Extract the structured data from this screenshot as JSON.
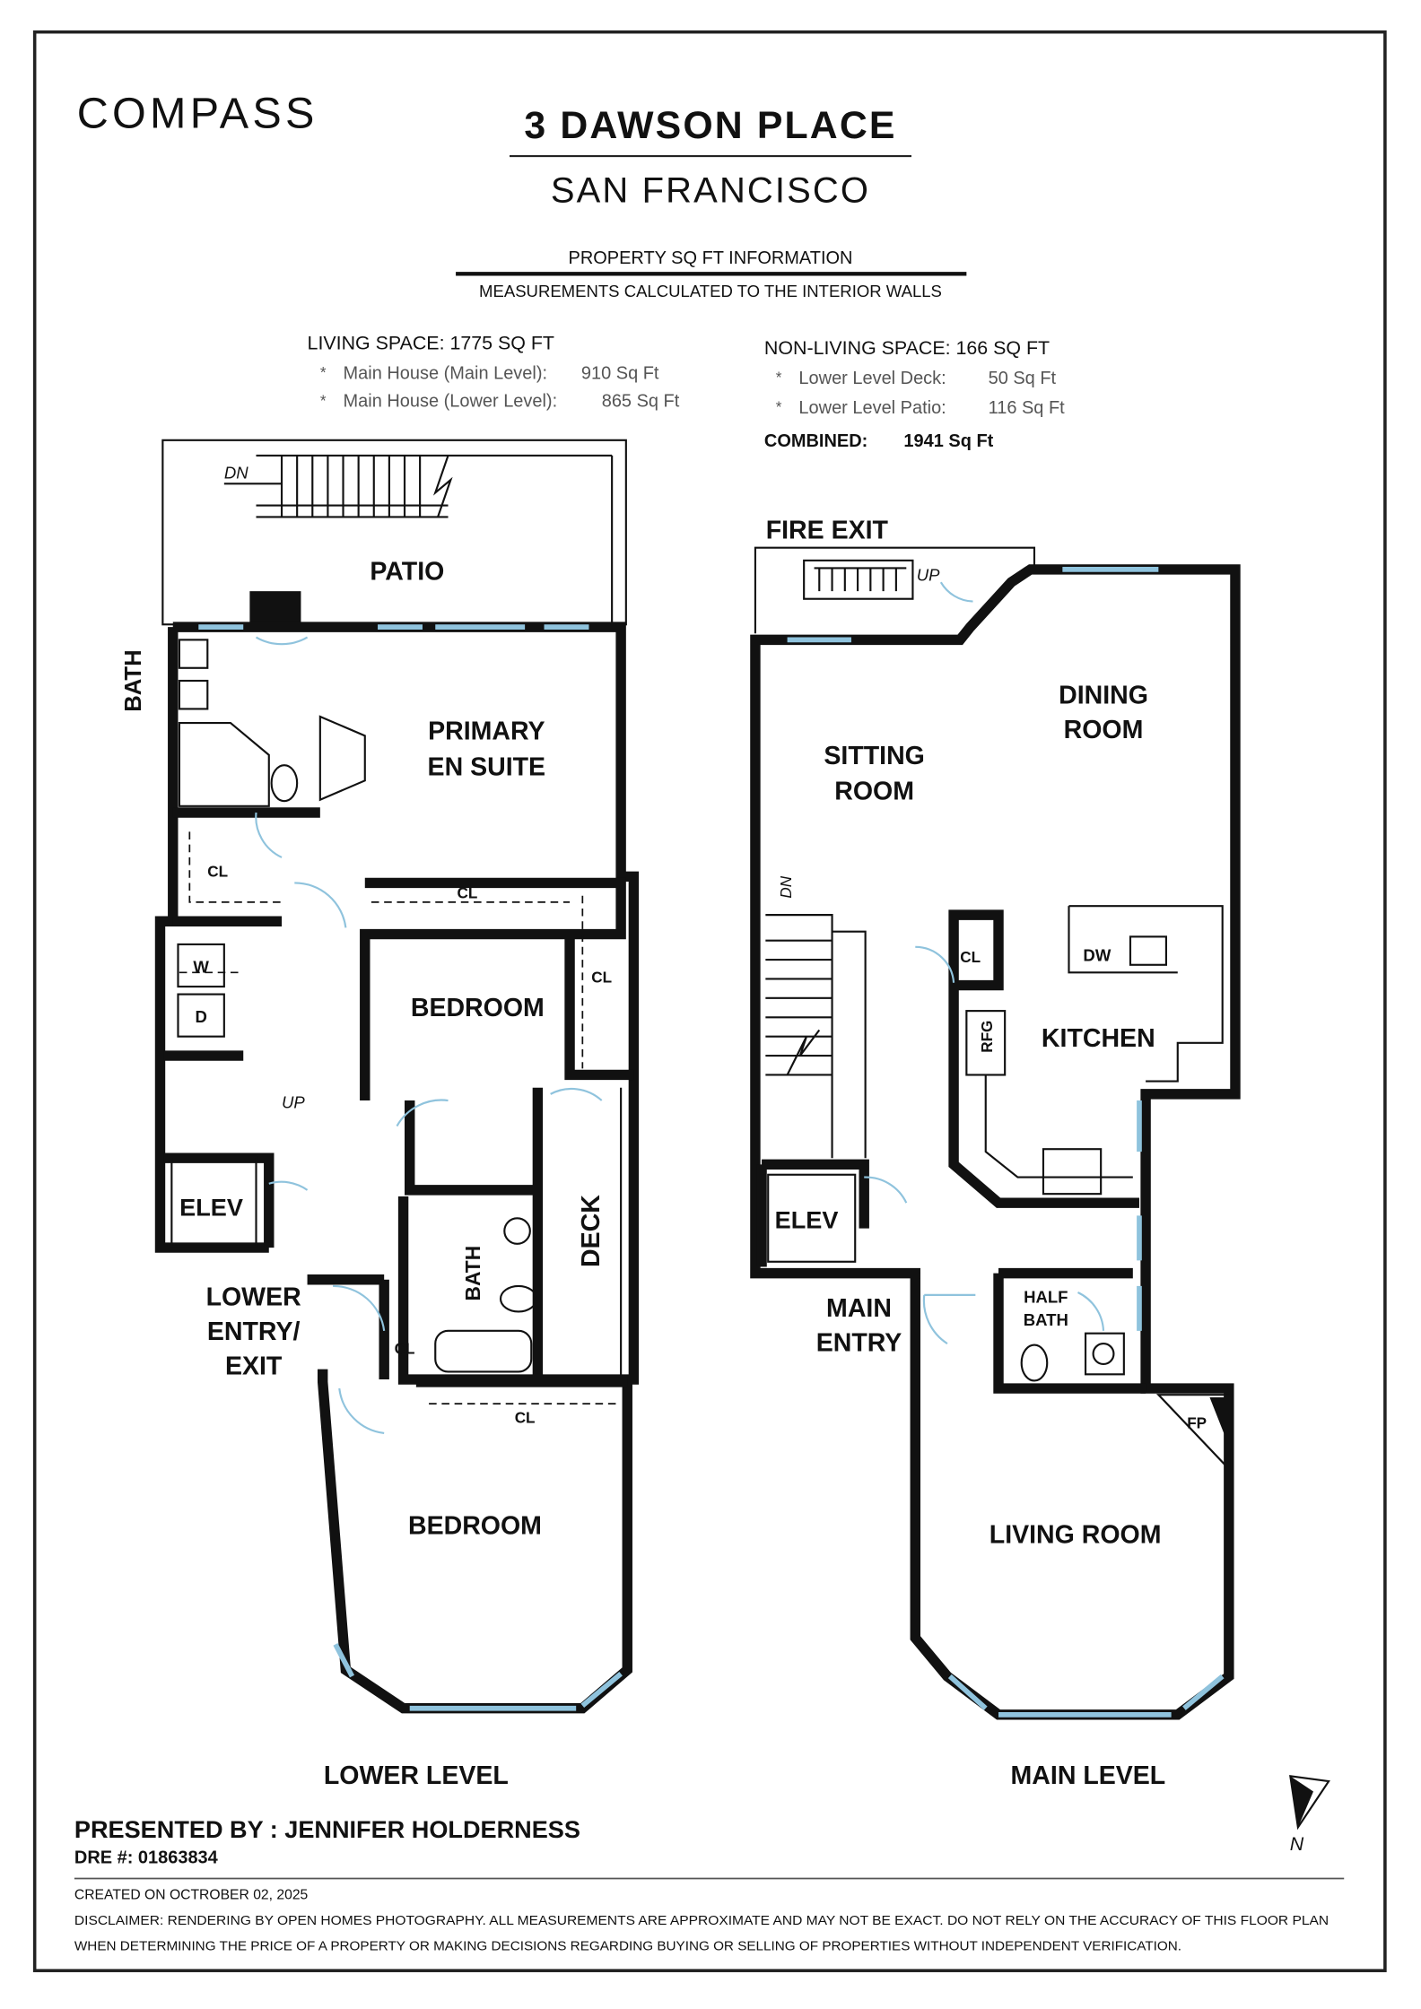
{
  "brand": {
    "logo_text": "COMPASS"
  },
  "header": {
    "address": "3 DAWSON PLACE",
    "city": "SAN FRANCISCO"
  },
  "info": {
    "title": "PROPERTY SQ FT INFORMATION",
    "subtitle": "MEASUREMENTS CALCULATED TO THE INTERIOR WALLS",
    "living": {
      "heading": "LIVING SPACE: 1775 SQ FT",
      "items": [
        {
          "label": "Main House (Main Level):",
          "value": "910 Sq Ft"
        },
        {
          "label": "Main House (Lower Level):",
          "value": "865 Sq Ft"
        }
      ]
    },
    "nonliving": {
      "heading": "NON-LIVING SPACE: 166 SQ FT",
      "items": [
        {
          "label": "Lower Level Deck:",
          "value": "50 Sq Ft"
        },
        {
          "label": "Lower Level Patio:",
          "value": "116 Sq Ft"
        }
      ]
    },
    "combined": {
      "label": "COMBINED:",
      "value": "1941 Sq Ft"
    },
    "bullet": "*"
  },
  "lower": {
    "level_label": "LOWER LEVEL",
    "rooms": {
      "patio": "PATIO",
      "bath": "BATH",
      "primary1": "PRIMARY",
      "primary2": "EN SUITE",
      "cl": "CL",
      "w": "W",
      "d": "D",
      "up": "UP",
      "dn": "DN",
      "elev": "ELEV",
      "bedroom": "BEDROOM",
      "bath2": "BATH",
      "deck": "DECK",
      "entry1": "LOWER",
      "entry2": "ENTRY/",
      "entry3": "EXIT"
    }
  },
  "main": {
    "level_label": "MAIN LEVEL",
    "rooms": {
      "fire_exit": "FIRE EXIT",
      "up": "UP",
      "dn": "DN",
      "sitting1": "SITTING",
      "sitting2": "ROOM",
      "dining1": "DINING",
      "dining2": "ROOM",
      "cl": "CL",
      "dw": "DW",
      "rfg": "RFG",
      "kitchen": "KITCHEN",
      "elev": "ELEV",
      "entry1": "MAIN",
      "entry2": "ENTRY",
      "half1": "HALF",
      "half2": "BATH",
      "fp": "FP",
      "living": "LIVING ROOM"
    }
  },
  "compass": {
    "label": "N",
    "icon": "north-arrow-icon"
  },
  "footer": {
    "presented": "PRESENTED BY : JENNIFER HOLDERNESS",
    "dre": "DRE #: 01863834",
    "created": "CREATED ON OCTROBER 02, 2025",
    "disclaimer1": "DISCLAIMER: RENDERING BY OPEN HOMES PHOTOGRAPHY. ALL MEASUREMENTS ARE APPROXIMATE AND MAY NOT BE EXACT. DO NOT RELY ON THE ACCURACY OF THIS FLOOR PLAN",
    "disclaimer2": "WHEN DETERMINING THE PRICE OF A PROPERTY OR MAKING DECISIONS REGARDING BUYING OR SELLING OF PROPERTIES WITHOUT INDEPENDENT VERIFICATION."
  },
  "colors": {
    "window": "#8fc3dd",
    "wall": "#111111"
  }
}
